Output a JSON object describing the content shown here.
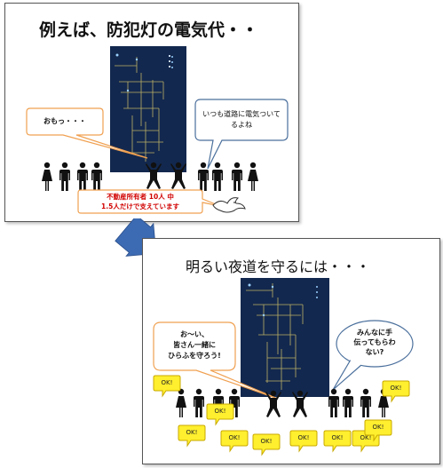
{
  "slide1": {
    "title": "例えば、防犯灯の電気代・・",
    "callout_left": "おもっ・・・",
    "callout_right_line1": "いつも道路に電気ついて",
    "callout_right_line2": "るよね",
    "banner_line1": "不動産所有者 10人 中",
    "banner_line2": "1.5人だけで支えています"
  },
  "slide2": {
    "title": "明るい夜道を守るには・・・",
    "callout_left_line1": "お～い、",
    "callout_left_line2": "皆さん一緒に",
    "callout_left_line3": "ひらふを守ろう!",
    "callout_right_line1": "みんなに手",
    "callout_right_line2": "伝ってもらわ",
    "callout_right_line3": "ない?",
    "ok_label": "OK!"
  },
  "colors": {
    "map_bg": "#13284e",
    "map_road": "#d9c96a",
    "callout_border_orange": "#f0a050",
    "callout_border_blue": "#4a6f9c",
    "ok_fill": "#ffef2e",
    "ok_border": "#c8a900",
    "banner_text": "#d10000",
    "arrow": "#3d6bb3"
  }
}
